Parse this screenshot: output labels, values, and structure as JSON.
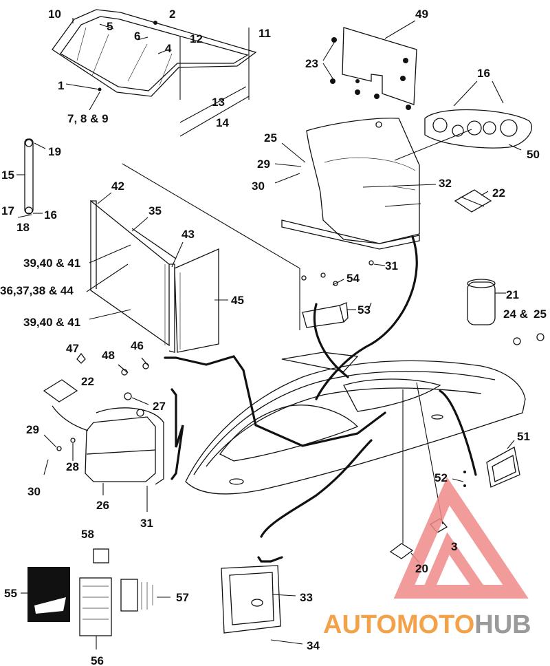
{
  "callouts": [
    {
      "id": "c10",
      "text": "10"
    },
    {
      "id": "c2",
      "text": "2"
    },
    {
      "id": "c5",
      "text": "5"
    },
    {
      "id": "c6",
      "text": "6"
    },
    {
      "id": "c4",
      "text": "4"
    },
    {
      "id": "c12",
      "text": "12"
    },
    {
      "id": "c11",
      "text": "11"
    },
    {
      "id": "c1",
      "text": "1"
    },
    {
      "id": "c789",
      "text": "7, 8 & 9"
    },
    {
      "id": "c13",
      "text": "13"
    },
    {
      "id": "c14",
      "text": "14"
    },
    {
      "id": "c49",
      "text": "49"
    },
    {
      "id": "c23",
      "text": "23"
    },
    {
      "id": "c16a",
      "text": "16"
    },
    {
      "id": "c50",
      "text": "50"
    },
    {
      "id": "c19",
      "text": "19"
    },
    {
      "id": "c15",
      "text": "15"
    },
    {
      "id": "c17",
      "text": "17"
    },
    {
      "id": "c18",
      "text": "18"
    },
    {
      "id": "c16b",
      "text": "16"
    },
    {
      "id": "c25a",
      "text": "25"
    },
    {
      "id": "c29a",
      "text": "29"
    },
    {
      "id": "c30a",
      "text": "30"
    },
    {
      "id": "c32",
      "text": "32"
    },
    {
      "id": "c22a",
      "text": "22"
    },
    {
      "id": "c31a",
      "text": "31"
    },
    {
      "id": "c42",
      "text": "42"
    },
    {
      "id": "c35",
      "text": "35"
    },
    {
      "id": "c43",
      "text": "43"
    },
    {
      "id": "c394041a",
      "text": "39,40 & 41"
    },
    {
      "id": "c36374044",
      "text": "36,37,38 & 44"
    },
    {
      "id": "c45",
      "text": "45"
    },
    {
      "id": "c394041b",
      "text": "39,40 & 41"
    },
    {
      "id": "c54",
      "text": "54"
    },
    {
      "id": "c53",
      "text": "53"
    },
    {
      "id": "c21",
      "text": "21"
    },
    {
      "id": "c2425",
      "text": "24 &"
    },
    {
      "id": "c25b",
      "text": "25"
    },
    {
      "id": "c47",
      "text": "47"
    },
    {
      "id": "c48",
      "text": "48"
    },
    {
      "id": "c46",
      "text": "46"
    },
    {
      "id": "c22b",
      "text": "22"
    },
    {
      "id": "c27",
      "text": "27"
    },
    {
      "id": "c29b",
      "text": "29"
    },
    {
      "id": "c28",
      "text": "28"
    },
    {
      "id": "c30b",
      "text": "30"
    },
    {
      "id": "c26",
      "text": "26"
    },
    {
      "id": "c31b",
      "text": "31"
    },
    {
      "id": "c51",
      "text": "51"
    },
    {
      "id": "c52",
      "text": "52"
    },
    {
      "id": "c3",
      "text": "3"
    },
    {
      "id": "c20",
      "text": "20"
    },
    {
      "id": "c58",
      "text": "58"
    },
    {
      "id": "c55",
      "text": "55"
    },
    {
      "id": "c57",
      "text": "57"
    },
    {
      "id": "c56",
      "text": "56"
    },
    {
      "id": "c33",
      "text": "33"
    },
    {
      "id": "c34",
      "text": "34"
    }
  ],
  "watermark": {
    "part_a": "AUTOMOTO",
    "part_b": "HUB",
    "color_a": "#f3a24a",
    "color_b": "#9a9a9a",
    "logo_color": "#f08a8a"
  }
}
